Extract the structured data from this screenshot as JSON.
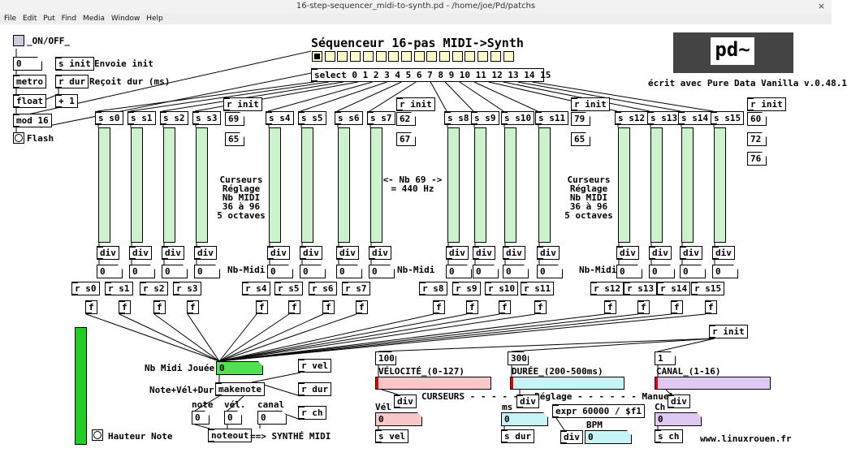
{
  "window": {
    "title": "16-step-sequencer_midi-to-synth.pd  - /home/joe/Pd/patchs",
    "close": "×"
  },
  "menu": [
    "File",
    "Edit",
    "Put",
    "Find",
    "Media",
    "Window",
    "Help"
  ],
  "header": {
    "title": "Séquenceur 16-pas MIDI->Synth",
    "credit": "écrit avec Pure Data Vanilla v.0.48.1",
    "logo": "pd~",
    "website": "www.linuxrouen.fr"
  },
  "left": {
    "onoff": "_ON/OFF_",
    "zero": "0",
    "s_init": "s init",
    "envoie": "Envoie init",
    "metro": "metro",
    "r_dur": "r dur",
    "recoit": "Reçoit dur (ms)",
    "float": "float",
    "plus1": "+ 1",
    "mod16": "mod 16",
    "flash": "Flash"
  },
  "select": {
    "label": "select 0 1 2 3 4 5 6 7 8 9 10 11 12 13 14 15"
  },
  "sends": [
    "s s0",
    "s s1",
    "s s2",
    "s s3",
    "s s4",
    "s s5",
    "s s6",
    "s s7",
    "s s8",
    "s s9",
    "s s10",
    "s s11",
    "s s12",
    "s s13",
    "s s14",
    "s s15"
  ],
  "receives": [
    "r s0",
    "r s1",
    "r s2",
    "r s3",
    "r s4",
    "r s5",
    "r s6",
    "r s7",
    "r s8",
    "r s9",
    "r s10",
    "r s11",
    "r s12",
    "r s13",
    "r s14",
    "r s15"
  ],
  "r_init": "r init",
  "inits": [
    "69",
    "65",
    "62",
    "67",
    "79",
    "65",
    "60",
    "72",
    "76"
  ],
  "notes": {
    "curseurs_a": "Curseurs\nRéglage\nNb MIDI\n36 à 96\n5 octaves",
    "nb69": "<- Nb 69 ->\n= 440 Hz",
    "curseurs_b": "Curseurs\nRéglage\nNb MIDI\n36 à 96\n5 octaves",
    "nb_midi": "Nb-Midi"
  },
  "div": "div",
  "f": "f",
  "zero": "0",
  "bottom": {
    "nb_midi_jouee": "Nb Midi Jouée",
    "played": "0",
    "note_vel_dur": "Note+Vél+Dur",
    "makenote": "makenote",
    "r_vel": "r vel",
    "r_dur": "r dur",
    "r_ch": "r ch",
    "note": "note",
    "vel": "vél.",
    "canal": "canal",
    "noteout": "noteout",
    "synth": "==> SYNTHÉ MIDI",
    "hauteur": "Hauteur Note",
    "r_init": "r init",
    "curseurs": "CURSEURS - - - - - - Réglage - - - - - - Manuel",
    "velocite": "VÉLOCITÉ_(0-127)",
    "velocite_val": "100",
    "duree": "DURÉE_(200-500ms)",
    "duree_val": "300",
    "canal_lbl": "CANAL_(1-16)",
    "canal_val": "1",
    "vel_lbl": "Vél",
    "ms_lbl": "ms",
    "ch_lbl": "Ch",
    "s_vel": "s vel",
    "s_dur": "s dur",
    "s_ch": "s ch",
    "expr": "expr 60000 / $f1",
    "bpm": "BPM"
  },
  "colors": {
    "slider_green": "#ccf2cc",
    "vel": "#f8c8c8",
    "dur": "#c8f4f8",
    "ch": "#e0c8f4",
    "played": "#55dd55",
    "tall_green": "#22cc22"
  }
}
